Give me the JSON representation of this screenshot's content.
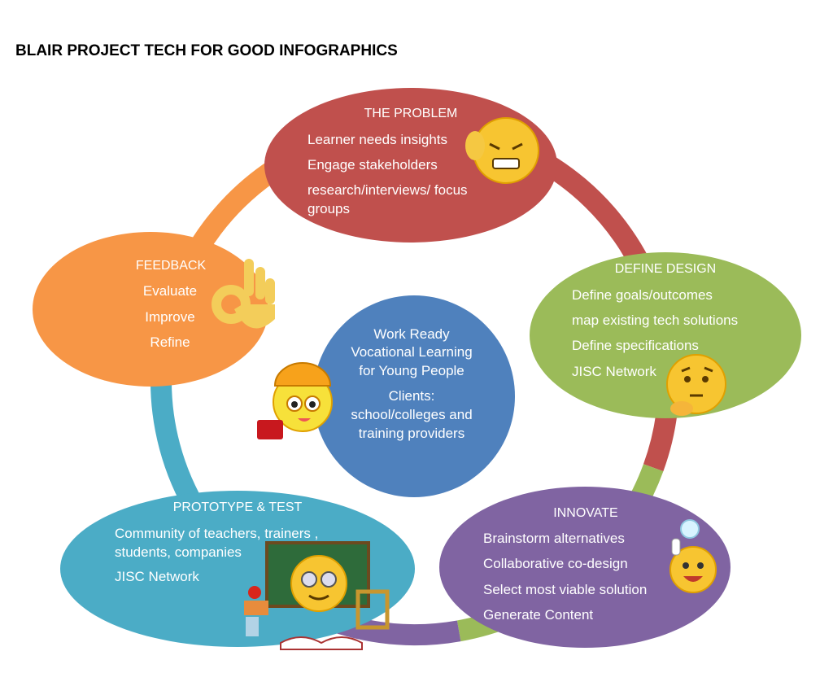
{
  "heading": "BLAIR PROJECT TECH FOR GOOD INFOGRAPHICS",
  "colors": {
    "problem": "#c0504d",
    "define": "#9bbb59",
    "innovate": "#8064a2",
    "prototype": "#4bacc6",
    "feedback": "#f79646",
    "center": "#4f81bd"
  },
  "problem": {
    "title": "THE PROBLEM",
    "items": [
      "Learner needs insights",
      "Engage stakeholders",
      "research/interviews/ focus",
      "groups"
    ],
    "icon": "frustrated-emoji"
  },
  "define": {
    "title": "DEFINE DESIGN",
    "items": [
      "Define goals/outcomes",
      "map existing tech solutions",
      "Define specifications",
      "JISC Network"
    ],
    "icon": "thinking-emoji"
  },
  "innovate": {
    "title": "INNOVATE",
    "items": [
      "Brainstorm alternatives",
      "Collaborative co-design",
      "Select most viable solution",
      "Generate Content"
    ],
    "icon": "lightbulb-idea-emoji"
  },
  "prototype": {
    "title": "PROTOTYPE & TEST",
    "items": [
      "Community of teachers, trainers ,",
      "students, companies",
      "JISC Network"
    ],
    "icon": "teacher-chalkboard-emoji"
  },
  "feedback": {
    "title": "FEEDBACK",
    "items": [
      "Evaluate",
      "Improve",
      "Refine"
    ],
    "icon": "ok-hand"
  },
  "center": {
    "items": [
      "Work Ready",
      "Vocational Learning",
      "for Young People",
      "Clients:",
      "school/colleges and",
      "training providers"
    ],
    "icon": "worker-hardhat-emoji"
  }
}
